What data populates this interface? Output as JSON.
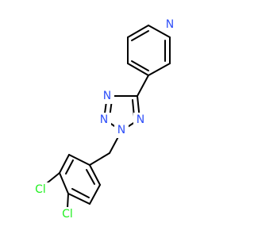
{
  "colors": {
    "N": "#3050F8",
    "Cl": "#1FF01F",
    "C": "#000000",
    "background": "#FFFFFF"
  },
  "atoms": [
    {
      "id": "N_pyr",
      "label": "N",
      "element": "N"
    },
    {
      "id": "N_tz4",
      "label": "N",
      "element": "N"
    },
    {
      "id": "N_tz3",
      "label": "N",
      "element": "N"
    },
    {
      "id": "N_tz2",
      "label": "N",
      "element": "N"
    },
    {
      "id": "N_tz1",
      "label": "N",
      "element": "N"
    },
    {
      "id": "Cl_3",
      "label": "Cl",
      "element": "Cl"
    },
    {
      "id": "Cl_4",
      "label": "Cl",
      "element": "Cl"
    }
  ]
}
